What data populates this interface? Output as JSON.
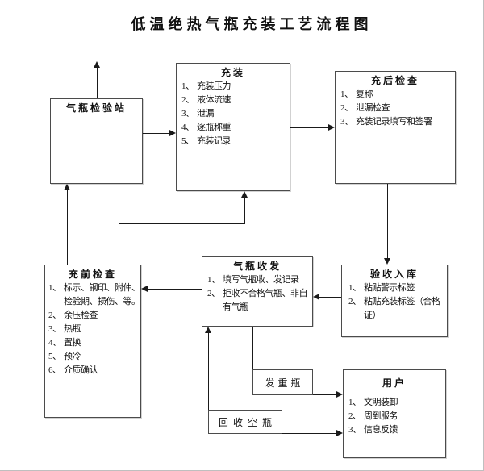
{
  "title": "低温绝热气瓶充装工艺流程图",
  "boxes": {
    "inspection_station": {
      "title": "气瓶检验站"
    },
    "filling": {
      "title": "充装",
      "items": [
        {
          "num": "1、",
          "text": "充装压力"
        },
        {
          "num": "2、",
          "text": "液体流速"
        },
        {
          "num": "3、",
          "text": "泄漏"
        },
        {
          "num": "4、",
          "text": "逐瓶称重"
        },
        {
          "num": "5、",
          "text": "充装记录"
        }
      ]
    },
    "post_check": {
      "title": "充后检查",
      "items": [
        {
          "num": "1、",
          "text": "复称"
        },
        {
          "num": "2、",
          "text": "泄漏检查"
        },
        {
          "num": "3、",
          "text": "充装记录填写和签署"
        }
      ]
    },
    "pre_check": {
      "title": "充前检查",
      "items": [
        {
          "num": "1、",
          "text": "标示、钢印、附件、检验期、损伤、等。"
        },
        {
          "num": "2、",
          "text": "余压检查"
        },
        {
          "num": "3、",
          "text": "热瓶"
        },
        {
          "num": "4、",
          "text": "置换"
        },
        {
          "num": "5、",
          "text": "预冷"
        },
        {
          "num": "6、",
          "text": "介质确认"
        }
      ]
    },
    "receive_dispatch": {
      "title": "气瓶收发",
      "items": [
        {
          "num": "1、",
          "text": "填写气瓶收、发记录"
        },
        {
          "num": "2、",
          "text": "拒收不合格气瓶、非自有气瓶"
        }
      ]
    },
    "acceptance": {
      "title": "验收入库",
      "items": [
        {
          "num": "1、",
          "text": "粘贴警示标签"
        },
        {
          "num": "2、",
          "text": "粘贴充装标签（合格证）"
        }
      ]
    },
    "user": {
      "title": "用户",
      "items": [
        {
          "num": "1、",
          "text": "文明装卸"
        },
        {
          "num": "2、",
          "text": "周到服务"
        },
        {
          "num": "3、",
          "text": "信息反馈"
        }
      ]
    },
    "dispatch_full": {
      "label": "发重瓶"
    },
    "recover_empty": {
      "label": "回收空瓶"
    }
  },
  "colors": {
    "line": "#1a1a1a",
    "border": "#4b4b4b",
    "bg": "#ffffff",
    "text": "#111111"
  }
}
